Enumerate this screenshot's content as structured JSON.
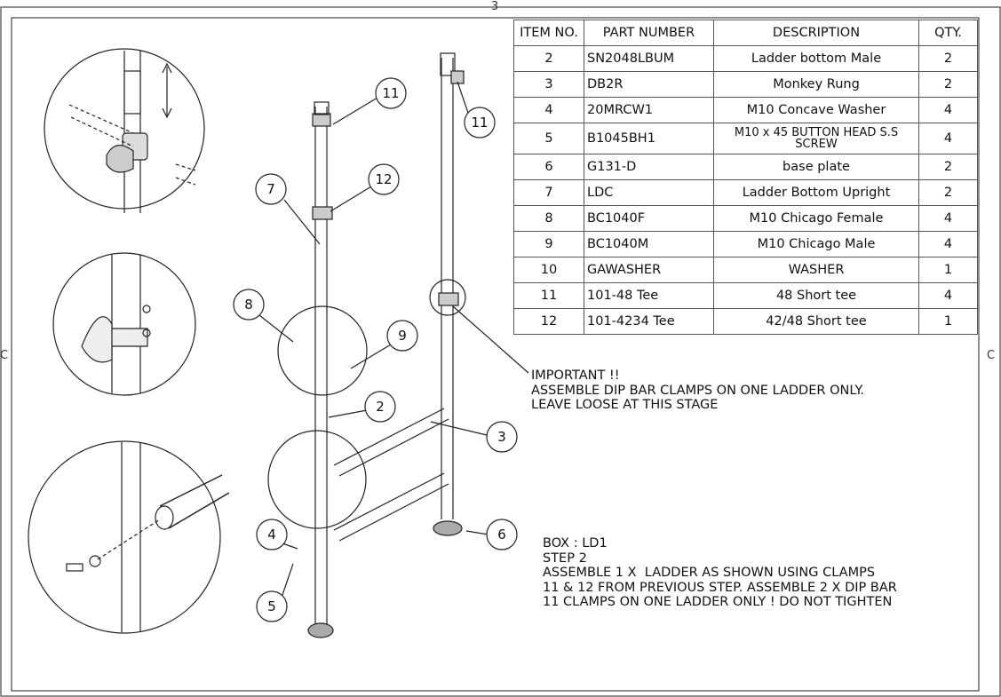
{
  "edge_marks": {
    "top": "3",
    "left": "C",
    "right": "C"
  },
  "bom": {
    "headers": [
      "ITEM NO.",
      "PART NUMBER",
      "DESCRIPTION",
      "QTY."
    ],
    "rows": [
      {
        "item": "2",
        "part": "SN2048LBUM",
        "desc": "Ladder bottom Male",
        "qty": "2"
      },
      {
        "item": "3",
        "part": "DB2R",
        "desc": "Monkey Rung",
        "qty": "2"
      },
      {
        "item": "4",
        "part": "20MRCW1",
        "desc": "M10 Concave Washer",
        "qty": "4"
      },
      {
        "item": "5",
        "part": "B1045BH1",
        "desc": "M10 x 45 BUTTON HEAD S.S SCREW",
        "qty": "4"
      },
      {
        "item": "6",
        "part": "G131-D",
        "desc": "base plate",
        "qty": "2"
      },
      {
        "item": "7",
        "part": "LDC",
        "desc": "Ladder Bottom Upright",
        "qty": "2"
      },
      {
        "item": "8",
        "part": "BC1040F",
        "desc": "M10 Chicago Female",
        "qty": "4"
      },
      {
        "item": "9",
        "part": "BC1040M",
        "desc": "M10 Chicago Male",
        "qty": "4"
      },
      {
        "item": "10",
        "part": "GAWASHER",
        "desc": "WASHER",
        "qty": "1"
      },
      {
        "item": "11",
        "part": "101-48 Tee",
        "desc": "48 Short tee",
        "qty": "4"
      },
      {
        "item": "12",
        "part": "101-4234 Tee",
        "desc": "42/48 Short tee",
        "qty": "1"
      }
    ]
  },
  "important_note": "IMPORTANT !!\nASSEMBLE DIP BAR CLAMPS ON ONE LADDER ONLY.\nLEAVE LOOSE AT THIS STAGE",
  "step_note": "BOX : LD1\nSTEP 2\nASSEMBLE 1 X  LADDER AS SHOWN USING CLAMPS\n11 & 12 FROM PREVIOUS STEP. ASSEMBLE 2 X DIP BAR\n11 CLAMPS ON ONE LADDER ONLY ! DO NOT TIGHTEN",
  "balloons": {
    "b11a": "11",
    "b11b": "11",
    "b7": "7",
    "b12": "12",
    "b8": "8",
    "b9": "9",
    "b2": "2",
    "b3": "3",
    "b4": "4",
    "b5": "5",
    "b6": "6"
  }
}
